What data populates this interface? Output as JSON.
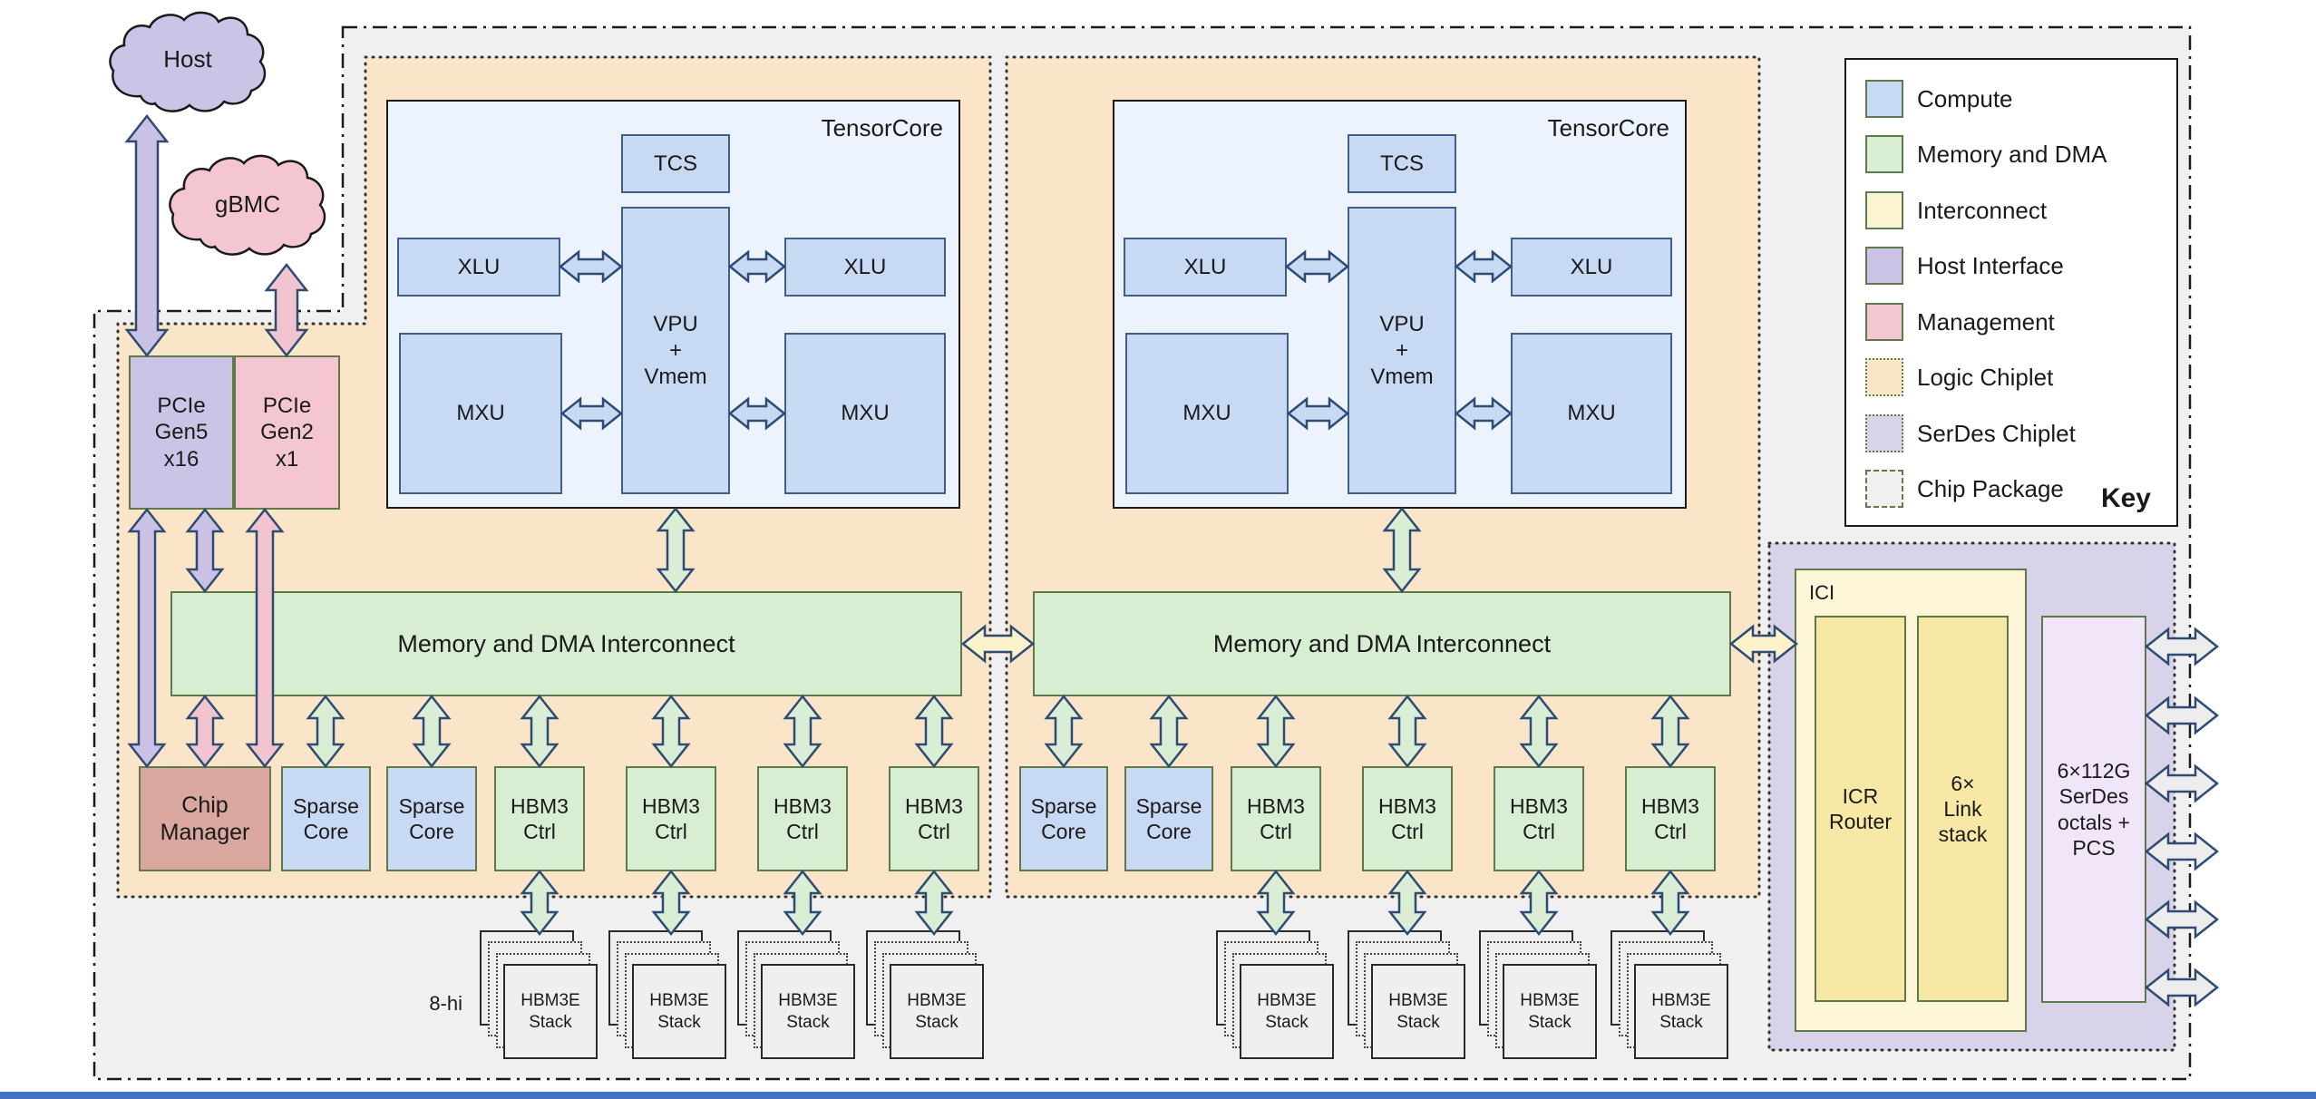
{
  "colors": {
    "compute": "#c8d9f3",
    "memory": "#d7eed2",
    "interconnect_swatch": "#fcf3d2",
    "host_interface": "#ccc4e6",
    "management": "#f3c6d0",
    "logic_chiplet": "#fbe5c8",
    "serdes_chiplet": "#d9d3ea",
    "chip_package": "#f0f0f0",
    "arrow_purple": "#c9c2e4",
    "arrow_pink": "#f2c4cf",
    "arrow_green": "#daeed6",
    "arrow_yellow": "#fcf3cd",
    "arrow_gray": "#ededed",
    "arrow_blue": "#c8d9f3",
    "arrow_outline": "#2e4c73",
    "bottom_strip": "#4472c4"
  },
  "clouds": {
    "host": "Host",
    "gbmc": "gBMC"
  },
  "host_interface": {
    "pcie_gen5": "PCIe\nGen5\nx16",
    "pcie_gen2": "PCIe\nGen2\nx1"
  },
  "tensorcore": {
    "label": "TensorCore",
    "tcs": "TCS",
    "xlu": "XLU",
    "vpu": "VPU\n+\nVmem",
    "mxu": "MXU"
  },
  "interconnect": {
    "label": "Memory and DMA Interconnect"
  },
  "blocks": {
    "chip_manager": "Chip\nManager",
    "sparse_core": "Sparse\nCore",
    "hbm3_ctrl": "HBM3\nCtrl"
  },
  "hbm": {
    "stack_label": "HBM3E\nStack",
    "height_label": "8-hi"
  },
  "ici": {
    "label": "ICI",
    "icr_router": "ICR\nRouter",
    "link_stack": "6×\nLink\nstack"
  },
  "serdes": {
    "octals": "6×112G\nSerDes\noctals +\nPCS"
  },
  "legend": {
    "title": "Key",
    "items": [
      {
        "label": "Compute"
      },
      {
        "label": "Memory and DMA"
      },
      {
        "label": "Interconnect"
      },
      {
        "label": "Host Interface"
      },
      {
        "label": "Management"
      },
      {
        "label": "Logic Chiplet"
      },
      {
        "label": "SerDes Chiplet"
      },
      {
        "label": "Chip Package"
      }
    ]
  }
}
